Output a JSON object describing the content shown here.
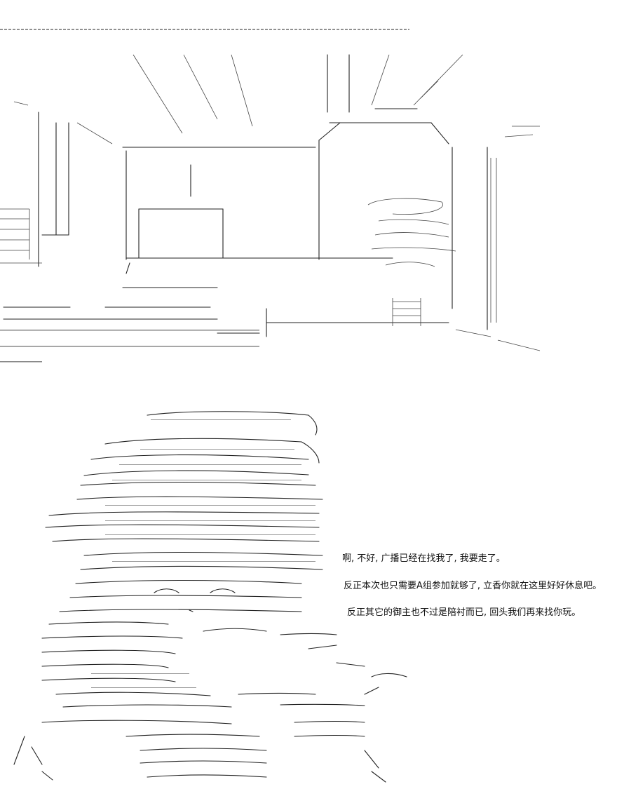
{
  "dialogue": {
    "line1": "啊, 不好, 广播已经在找我了, 我要走了。",
    "line2": "反正本次也只需要A组参加就够了, 立香你就在这里好好休息吧。",
    "line3": "反正其它的御主也不过是陪衬而已, 回头我们再来找你玩。"
  }
}
